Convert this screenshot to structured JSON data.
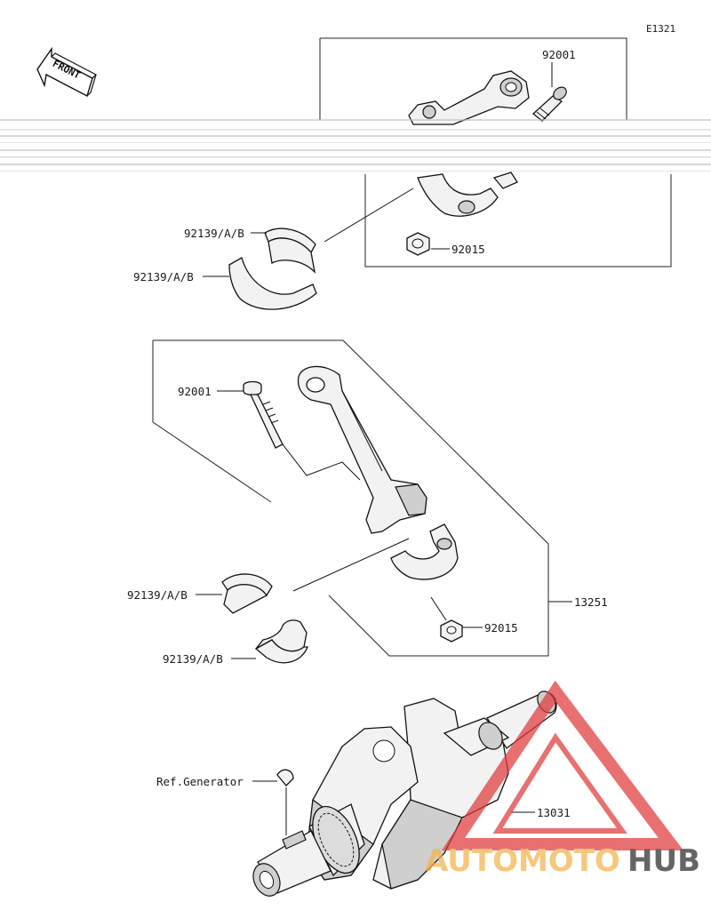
{
  "diagram": {
    "code": "E1321",
    "front_marker": "FRONT",
    "labels": {
      "bolt_top": "92001",
      "nut_top": "92015",
      "bearing_top_1": "92139/A/B",
      "bearing_top_2": "92139/A/B",
      "bolt_mid": "92001",
      "bearing_mid_1": "92139/A/B",
      "bearing_mid_2": "92139/A/B",
      "nut_mid": "92015",
      "rod_assy": "13251",
      "ref_generator": "Ref.Generator",
      "crankshaft": "13031"
    },
    "watermark": {
      "part1": "AUTOMOTO",
      "part2": "HUB",
      "color_orange": "#f3b24a",
      "color_red": "#e03a3a",
      "color_dark": "#2b2b2b"
    }
  }
}
